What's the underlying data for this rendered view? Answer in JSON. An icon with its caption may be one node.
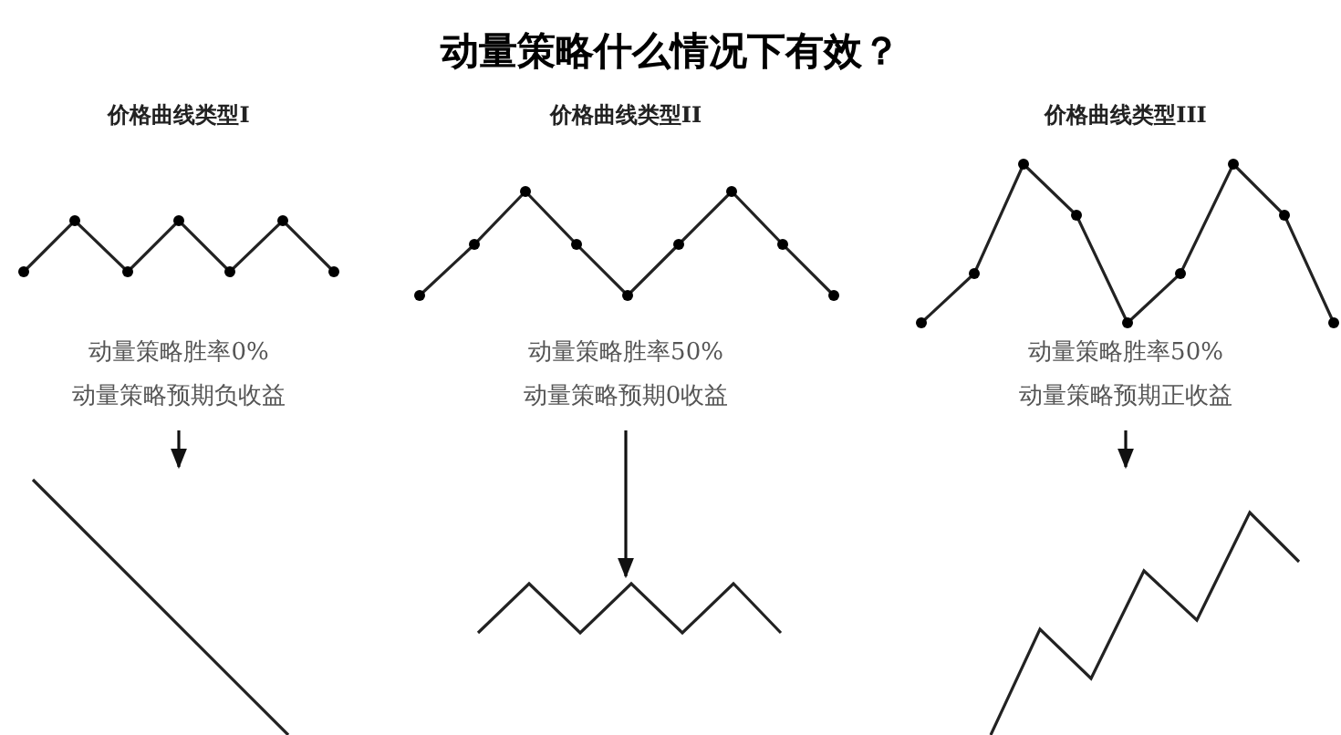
{
  "diagram": {
    "title": "动量策略什么情况下有效？",
    "nodes": [
      {
        "text": [
          "动量策略胜率0%",
          "动量策略预期负收益"
        ]
      },
      {
        "text": [
          "动量策略胜率50%",
          "动量策略预期0收益"
        ]
      },
      {
        "text": [
          "动量策略胜率50%",
          "动量策略预期正收益"
        ]
      },
      {
        "text": [],
        "shape": "picture"
      },
      {
        "text": [],
        "shape": "picture"
      },
      {
        "text": [],
        "shape": "picture"
      }
    ],
    "edges": [
      {
        "from": 0,
        "to": 3,
        "arrow": "to"
      },
      {
        "from": 1,
        "to": 4,
        "arrow": "to"
      },
      {
        "from": 2,
        "to": 5,
        "arrow": "to"
      }
    ],
    "labels": [
      "价格曲线类型I",
      "价格曲线类型II",
      "价格曲线类型III"
    ]
  }
}
